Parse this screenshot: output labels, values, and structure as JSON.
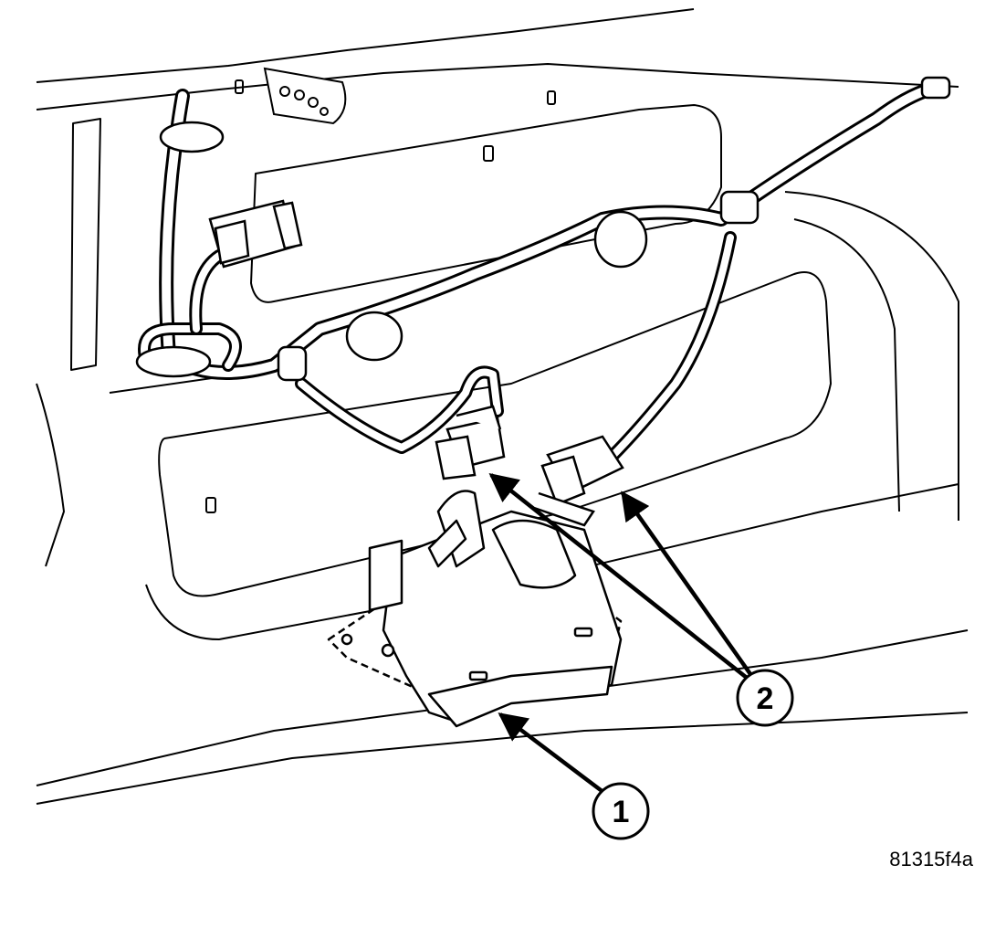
{
  "callouts": [
    {
      "number": "1"
    },
    {
      "number": "2"
    }
  ],
  "figure_id": "81315f4a"
}
